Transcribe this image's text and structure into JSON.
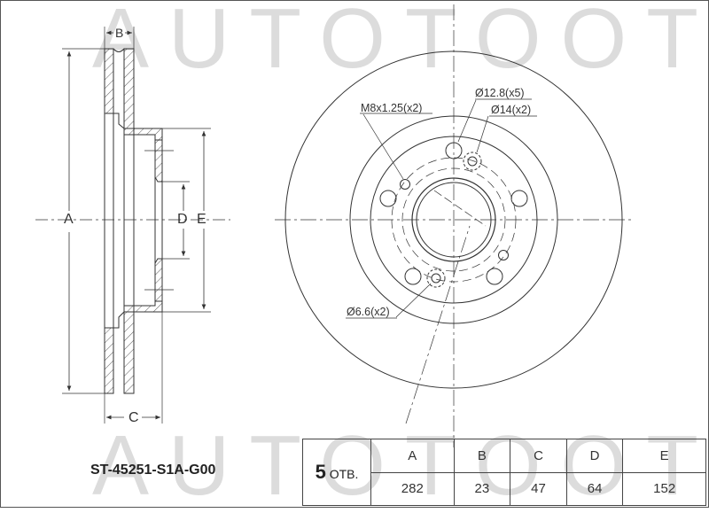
{
  "watermark": {
    "text": "AUTOTOOT"
  },
  "part_number": "ST-45251-S1A-G00",
  "side_view": {
    "dimension_labels": {
      "A": "A",
      "B": "B",
      "C": "C",
      "D": "D",
      "E": "E"
    }
  },
  "front_view": {
    "annotations": {
      "bolt_holes": "Ø12.8(x5)",
      "large_holes": "Ø14(x2)",
      "thread": "M8x1.25(x2)",
      "small_holes": "Ø6.6(x2)"
    }
  },
  "specs_table": {
    "holes_count": "5",
    "holes_label": "ОТВ.",
    "headers": [
      "A",
      "B",
      "C",
      "D",
      "E"
    ],
    "values": [
      "282",
      "23",
      "47",
      "64",
      "152"
    ]
  }
}
